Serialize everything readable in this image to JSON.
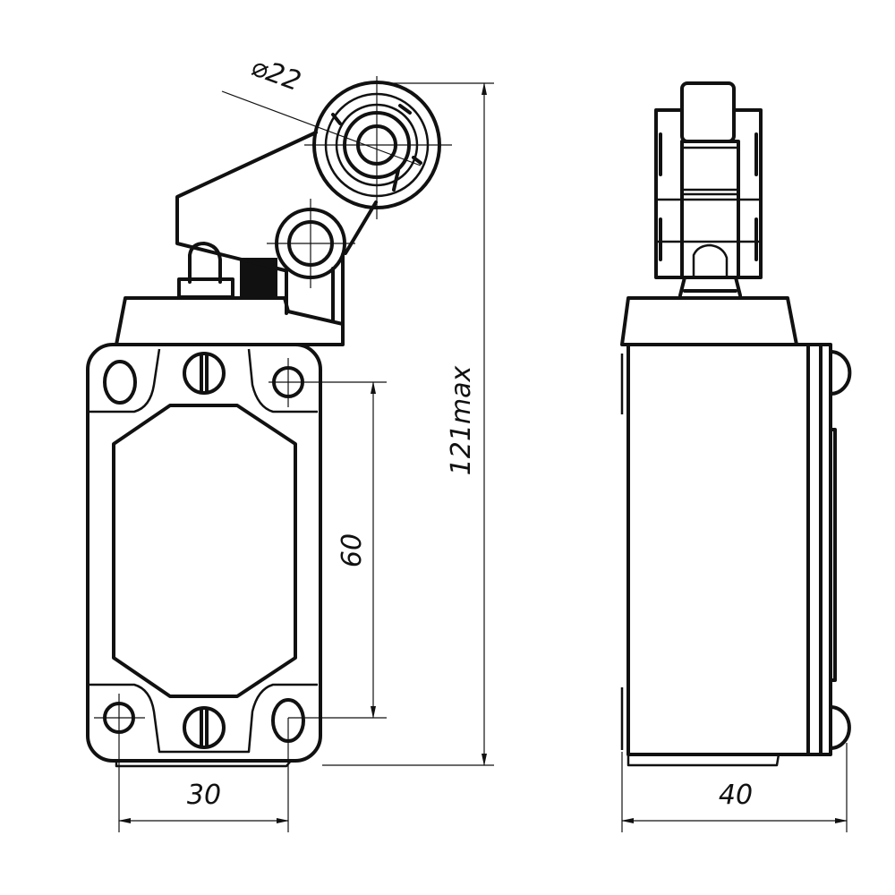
{
  "drawing": {
    "title": "Limit switch with roller lever – dimensional drawing",
    "colors": {
      "line": "#111111",
      "background": "#ffffff"
    },
    "dimensions": {
      "roller_diameter": "⌀22",
      "overall_height": "121max",
      "mounting_hole_spacing_vertical": "60",
      "mounting_hole_spacing_horizontal": "30",
      "depth": "40"
    }
  }
}
